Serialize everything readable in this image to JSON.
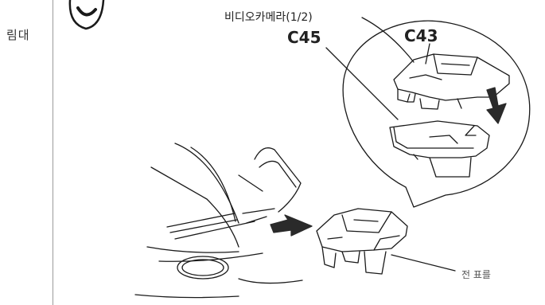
{
  "side_label": "림대",
  "labels": {
    "video_camera": "비디오카메라(1/2)",
    "connector_a": "C45",
    "connector_b": "C43",
    "bottom_part": "전 표를"
  },
  "colors": {
    "line": "#1a1a1a",
    "rule": "#9a9a9a",
    "background": "#ffffff"
  }
}
